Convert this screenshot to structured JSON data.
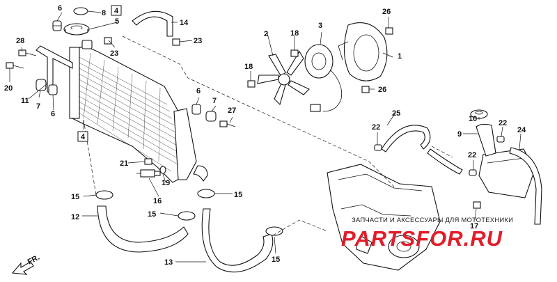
{
  "diagram": {
    "callouts": [
      {
        "id": "c1",
        "label": "1"
      },
      {
        "id": "c2",
        "label": "2"
      },
      {
        "id": "c3",
        "label": "3"
      },
      {
        "id": "c4a",
        "label": "4"
      },
      {
        "id": "c4b",
        "label": "4"
      },
      {
        "id": "c5",
        "label": "5"
      },
      {
        "id": "c6a",
        "label": "6"
      },
      {
        "id": "c6b",
        "label": "6"
      },
      {
        "id": "c6c",
        "label": "6"
      },
      {
        "id": "c7a",
        "label": "7"
      },
      {
        "id": "c7b",
        "label": "7"
      },
      {
        "id": "c8",
        "label": "8"
      },
      {
        "id": "c9",
        "label": "9"
      },
      {
        "id": "c10",
        "label": "10"
      },
      {
        "id": "c11",
        "label": "11"
      },
      {
        "id": "c12",
        "label": "12"
      },
      {
        "id": "c13",
        "label": "13"
      },
      {
        "id": "c14",
        "label": "14"
      },
      {
        "id": "c15a",
        "label": "15"
      },
      {
        "id": "c15b",
        "label": "15"
      },
      {
        "id": "c15c",
        "label": "15"
      },
      {
        "id": "c15d",
        "label": "15"
      },
      {
        "id": "c16",
        "label": "16"
      },
      {
        "id": "c17",
        "label": "17"
      },
      {
        "id": "c18a",
        "label": "18"
      },
      {
        "id": "c18b",
        "label": "18"
      },
      {
        "id": "c19",
        "label": "19"
      },
      {
        "id": "c20",
        "label": "20"
      },
      {
        "id": "c21",
        "label": "21"
      },
      {
        "id": "c22a",
        "label": "22"
      },
      {
        "id": "c22b",
        "label": "22"
      },
      {
        "id": "c22c",
        "label": "22"
      },
      {
        "id": "c23a",
        "label": "23"
      },
      {
        "id": "c23b",
        "label": "23"
      },
      {
        "id": "c24",
        "label": "24"
      },
      {
        "id": "c25",
        "label": "25"
      },
      {
        "id": "c26a",
        "label": "26"
      },
      {
        "id": "c26b",
        "label": "26"
      },
      {
        "id": "c27",
        "label": "27"
      },
      {
        "id": "c28",
        "label": "28"
      }
    ],
    "direction_label": "FR.",
    "watermark": {
      "tagline": "ЗАПЧАСТИ И АКСЕССУАРЫ ДЛЯ МОТОТЕХНИКИ",
      "logo": "PARTSFOR.RU",
      "color": "#e11d2a"
    }
  }
}
